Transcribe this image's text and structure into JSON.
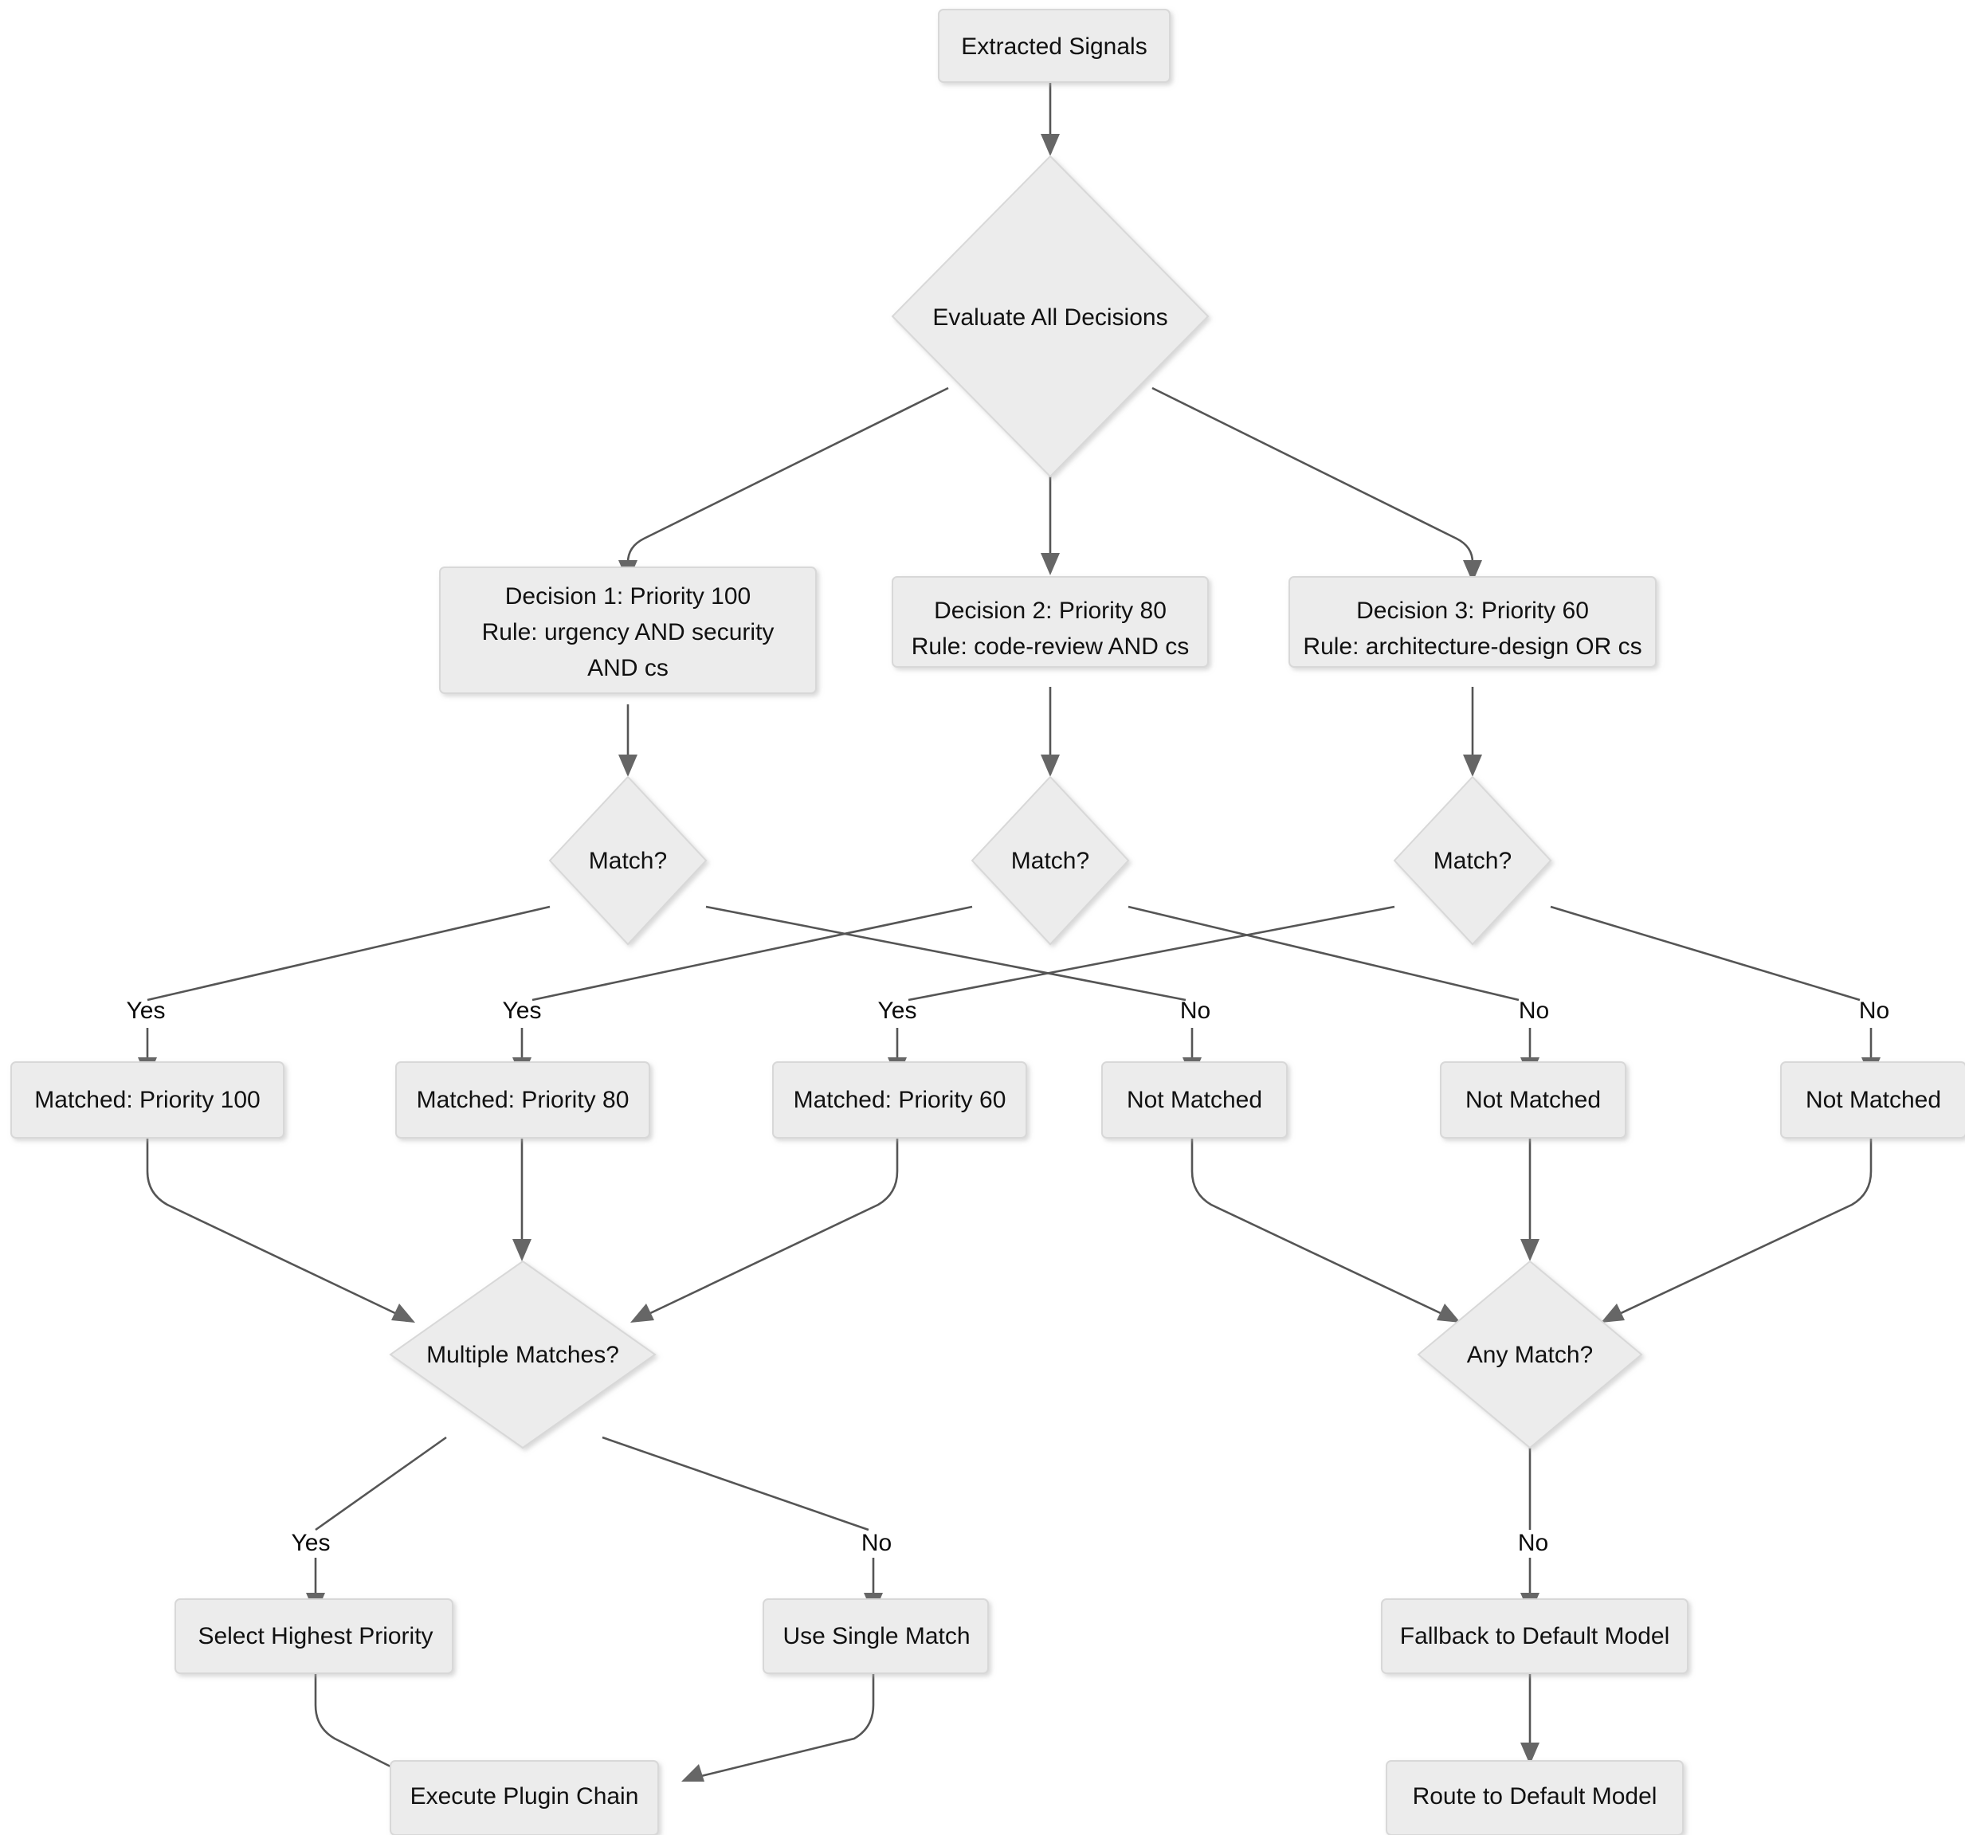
{
  "diagram": {
    "type": "flowchart",
    "title": "Decision Routing Flowchart",
    "background_color": "#ffffff",
    "node_fill_color": "#ececec",
    "node_border_color": "#d8d8d8",
    "edge_color": "#555555",
    "arrow_color": "#666666",
    "text_color": "#111111"
  },
  "nodes": {
    "extracted_signals": {
      "label": "Extracted Signals",
      "shape": "rect"
    },
    "evaluate_all": {
      "label": "Evaluate All Decisions",
      "shape": "diamond"
    },
    "decision1_line1": {
      "label": "Decision 1: Priority 100"
    },
    "decision1_line2": {
      "label": "Rule: urgency AND security"
    },
    "decision1_line3": {
      "label": "AND cs"
    },
    "decision2_line1": {
      "label": "Decision 2: Priority 80"
    },
    "decision2_line2": {
      "label": "Rule: code-review AND cs"
    },
    "decision3_line1": {
      "label": "Decision 3: Priority 60"
    },
    "decision3_line2": {
      "label": "Rule: architecture-design OR cs"
    },
    "match1": {
      "label": "Match?",
      "shape": "diamond"
    },
    "match2": {
      "label": "Match?",
      "shape": "diamond"
    },
    "match3": {
      "label": "Match?",
      "shape": "diamond"
    },
    "matched_100": {
      "label": "Matched: Priority 100",
      "shape": "rect"
    },
    "matched_80": {
      "label": "Matched: Priority 80",
      "shape": "rect"
    },
    "matched_60": {
      "label": "Matched: Priority 60",
      "shape": "rect"
    },
    "not_matched_1": {
      "label": "Not Matched",
      "shape": "rect"
    },
    "not_matched_2": {
      "label": "Not Matched",
      "shape": "rect"
    },
    "not_matched_3": {
      "label": "Not Matched",
      "shape": "rect"
    },
    "multiple_matches": {
      "label": "Multiple Matches?",
      "shape": "diamond"
    },
    "any_match": {
      "label": "Any Match?",
      "shape": "diamond"
    },
    "select_highest": {
      "label": "Select Highest Priority",
      "shape": "rect"
    },
    "use_single": {
      "label": "Use Single Match",
      "shape": "rect"
    },
    "fallback_default": {
      "label": "Fallback to Default Model",
      "shape": "rect"
    },
    "execute_plugin": {
      "label": "Execute Plugin Chain",
      "shape": "rect"
    },
    "route_default": {
      "label": "Route to Default Model",
      "shape": "rect"
    }
  },
  "edge_labels": {
    "match1_yes": "Yes",
    "match2_yes": "Yes",
    "match3_yes": "Yes",
    "match1_no": "No",
    "match2_no": "No",
    "match3_no": "No",
    "multiple_yes": "Yes",
    "multiple_no": "No",
    "any_match_no": "No"
  }
}
